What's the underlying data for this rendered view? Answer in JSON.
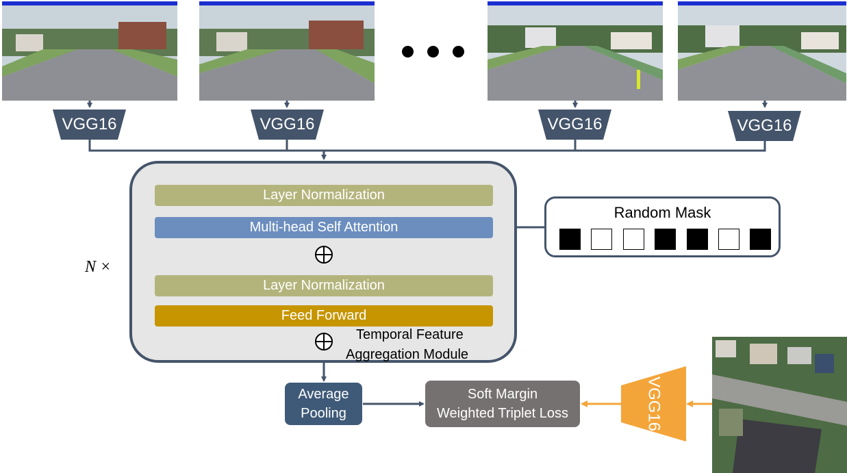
{
  "colors": {
    "dark_slate": "#44546a",
    "layer_norm": "#b3b47c",
    "attention": "#6c8ebf",
    "feed_forward": "#c69500",
    "pooling": "#3f5a78",
    "loss": "#767171",
    "orange": "#f4a53a",
    "module_bg": "#e6e6e6"
  },
  "encoders": {
    "street_label": "VGG16",
    "aerial_label": "VGG16"
  },
  "module": {
    "layer_norm_1": "Layer Normalization",
    "attention": "Multi-head Self Attention",
    "layer_norm_2": "Layer Normalization",
    "feed_forward": "Feed Forward",
    "title_line1": "Temporal Feature",
    "title_line2": "Aggregation Module",
    "repeat": "N ×"
  },
  "mask": {
    "title": "Random Mask",
    "cells": [
      "black",
      "white",
      "white",
      "black",
      "black",
      "white",
      "black"
    ]
  },
  "pooling": {
    "line1": "Average",
    "line2": "Pooling"
  },
  "loss": {
    "line1": "Soft Margin",
    "line2": "Weighted Triplet Loss"
  },
  "icons": {
    "ellipsis": "ellipsis-dots",
    "add": "circled-plus-icon"
  }
}
